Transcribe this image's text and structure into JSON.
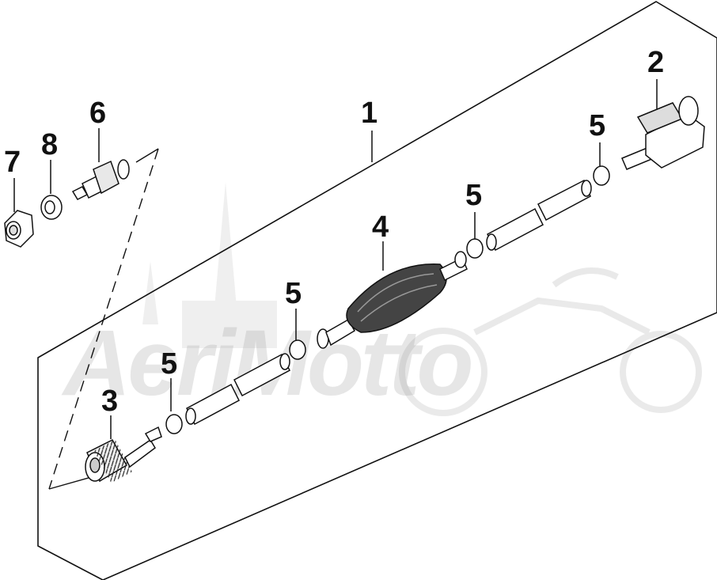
{
  "watermark": {
    "text": "AeriMotto"
  },
  "callouts": {
    "c1": "1",
    "c2": "2",
    "c3": "3",
    "c4": "4",
    "c5a": "5",
    "c5b": "5",
    "c5c": "5",
    "c5d": "5",
    "c6": "6",
    "c7": "7",
    "c8": "8"
  }
}
